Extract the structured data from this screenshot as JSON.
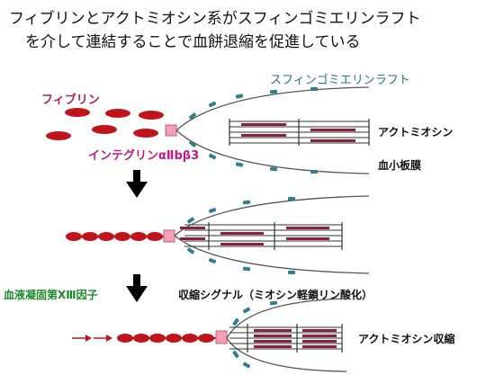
{
  "title": {
    "line1": "フィブリンとアクトミオシン系がスフィンゴミエリンラフト",
    "line2": "を介して連結することで血餅退縮を促進している"
  },
  "labels": {
    "raft": "スフィンゴミエリンラフト",
    "fibrin": "フィブリン",
    "integrin": "インテグリンαⅡbβ3",
    "actomyosin": "アクトミオシン",
    "membrane": "血小板膜",
    "factor": "血液凝固第XⅢ因子",
    "signal": "収縮シグナル（ミオシン軽鎖リン酸化）",
    "actomyosin_contraction": "アクトミオシン収縮"
  },
  "colors": {
    "fibrin": "#c0141c",
    "integrin": "#f4a0b4",
    "raft": "#2f7f8f",
    "membrane": "#555555",
    "myosin": "#8a2040"
  }
}
